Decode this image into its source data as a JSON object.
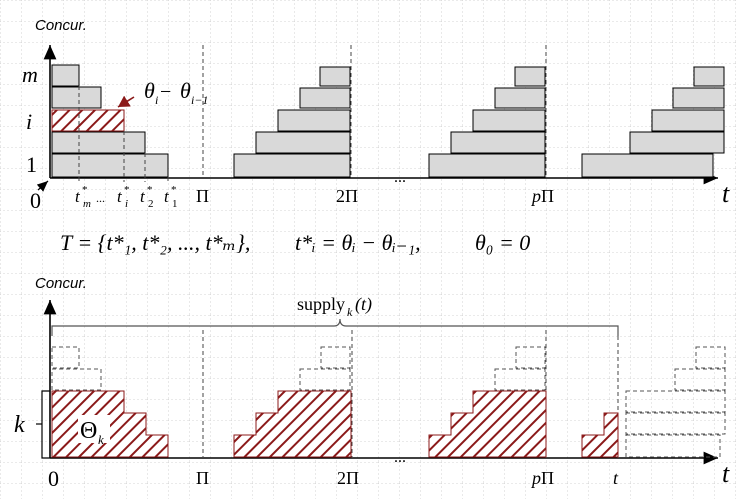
{
  "top": {
    "y_title": "Concur.",
    "y_labels": {
      "top": "m",
      "mid": "i",
      "bottom": "1"
    },
    "origin": "0",
    "x_axis_label": "t",
    "ellipsis": "...",
    "x_ticks": {
      "tm": "t",
      "tm_sub": "m",
      "dots": "...",
      "ti": "t",
      "ti_sub": "i",
      "t2": "t",
      "t2_sub": "2",
      "t1": "t",
      "t1_sub": "1",
      "star": "*",
      "pi": "Π",
      "two_pi": "2Π",
      "p": "p",
      "pi_suffix": "Π"
    },
    "annotation": {
      "theta1": "θ",
      "sub1": "i",
      "minus": " − ",
      "theta2": "θ",
      "sub2": "i−1"
    }
  },
  "formula": {
    "T_set": "T = {t*₁, t*₂, ..., t*ₘ},",
    "t_def": "t*ᵢ = θᵢ − θᵢ₋₁,",
    "theta0": "θ₀ = 0"
  },
  "bottom": {
    "y_title": "Concur.",
    "y_label": "k",
    "origin": "0",
    "x_axis_label": "t",
    "ellipsis": "...",
    "x_ticks": {
      "pi": "Π",
      "two_pi": "2Π",
      "p": "p",
      "pi_suffix": "Π",
      "t": "t"
    },
    "brace_label": {
      "text": "supply",
      "sub": "k",
      "arg": "(t)"
    },
    "theta_label": {
      "text": "Θ",
      "sub": "k"
    }
  },
  "colors": {
    "bar_fill": "#d9d9d9",
    "hatch": "#8b1a1a",
    "hatch_bg": "#ffffff",
    "grid": "#bfbfbf",
    "axis": "#000000"
  }
}
